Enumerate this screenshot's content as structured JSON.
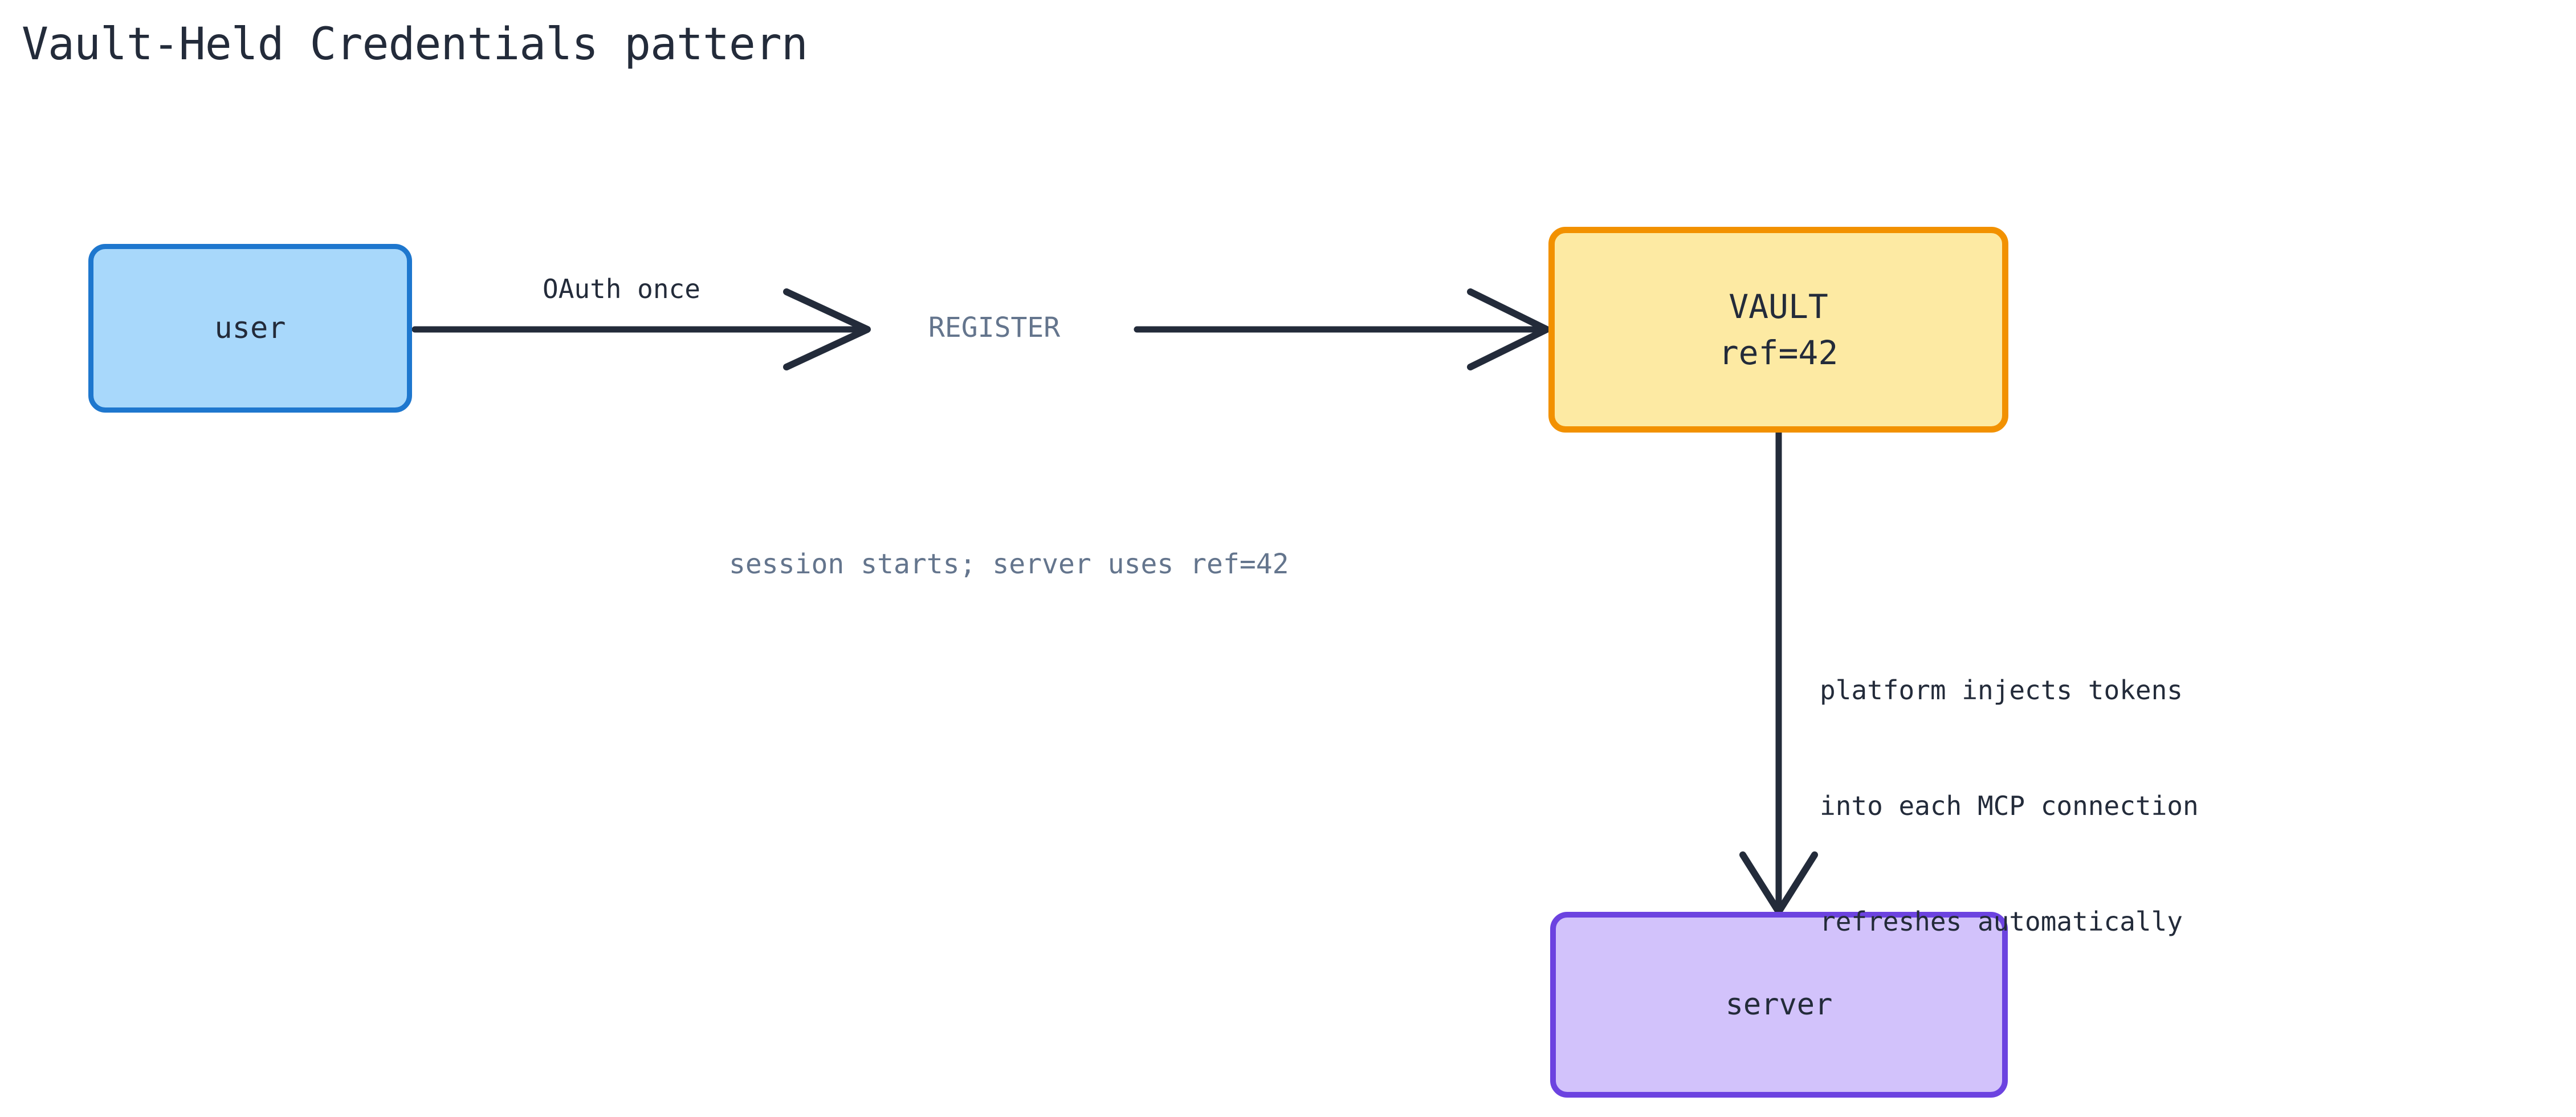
{
  "diagram": {
    "title": "Vault-Held Credentials pattern",
    "background": "#ffffff",
    "type": "flowchart",
    "nodes": [
      {
        "id": "user",
        "label": "user",
        "fill": "#a8d8fb",
        "stroke": "#1e77ce"
      },
      {
        "id": "vault",
        "label_line1": "VAULT",
        "label_line2": "ref=42",
        "fill": "#fdeaa3",
        "stroke": "#f29100"
      },
      {
        "id": "server",
        "label": "server",
        "fill": "#d2c2fb",
        "stroke": "#6c43e0"
      }
    ],
    "edges": [
      {
        "id": "user-to-register",
        "from": "user",
        "to": "register",
        "label": "OAuth once",
        "label_color": "#232b3a",
        "stroke": "#232b3a",
        "direction": "right"
      },
      {
        "id": "register-to-vault",
        "from": "register",
        "to": "vault",
        "label": "REGISTER",
        "label_color": "#64758d",
        "stroke": "#232b3a",
        "direction": "right"
      },
      {
        "id": "vault-to-server",
        "from": "vault",
        "to": "server",
        "stroke": "#232b3a",
        "direction": "down",
        "note_line1": "platform injects tokens",
        "note_line2": "into each MCP connection",
        "note_line3": "refreshes automatically",
        "note_color": "#232b3a"
      }
    ],
    "annotations": [
      {
        "id": "session-note",
        "text": "session starts; server uses ref=42",
        "color": "#64758d"
      }
    ]
  }
}
